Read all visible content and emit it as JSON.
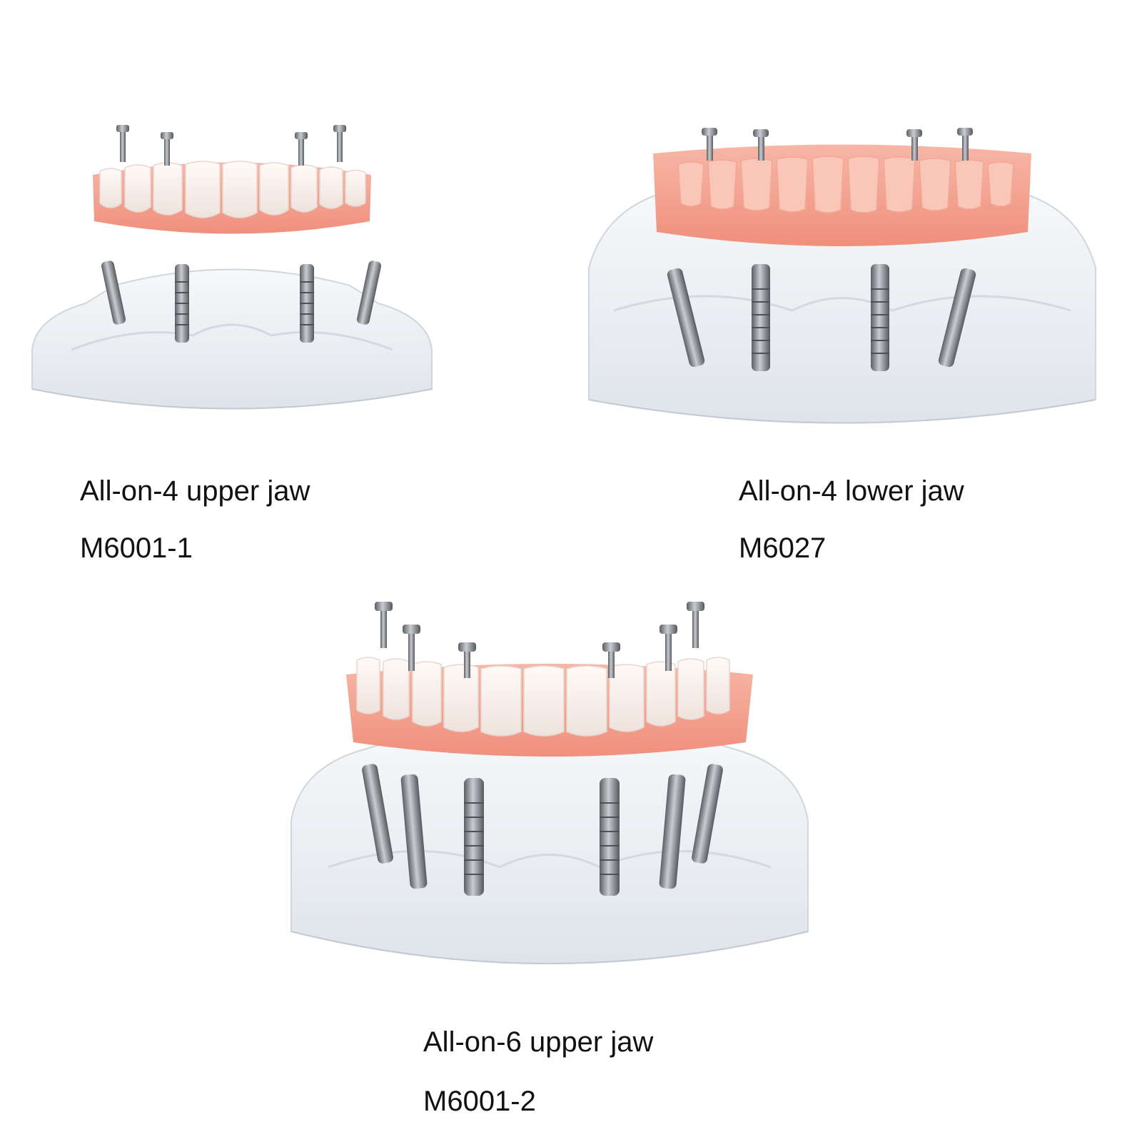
{
  "products": [
    {
      "name": "All-on-4 upper jaw",
      "code": "M6001-1"
    },
    {
      "name": "All-on-4 lower jaw",
      "code": "M6027"
    },
    {
      "name": "All-on-6 upper jaw",
      "code": "M6001-2"
    }
  ],
  "colors": {
    "background": "#ffffff",
    "gum": "#f4a08e",
    "tooth": "#f8f0ec",
    "metal": "#8a8d92",
    "acrylic": "#eef1f4",
    "text": "#111111"
  }
}
